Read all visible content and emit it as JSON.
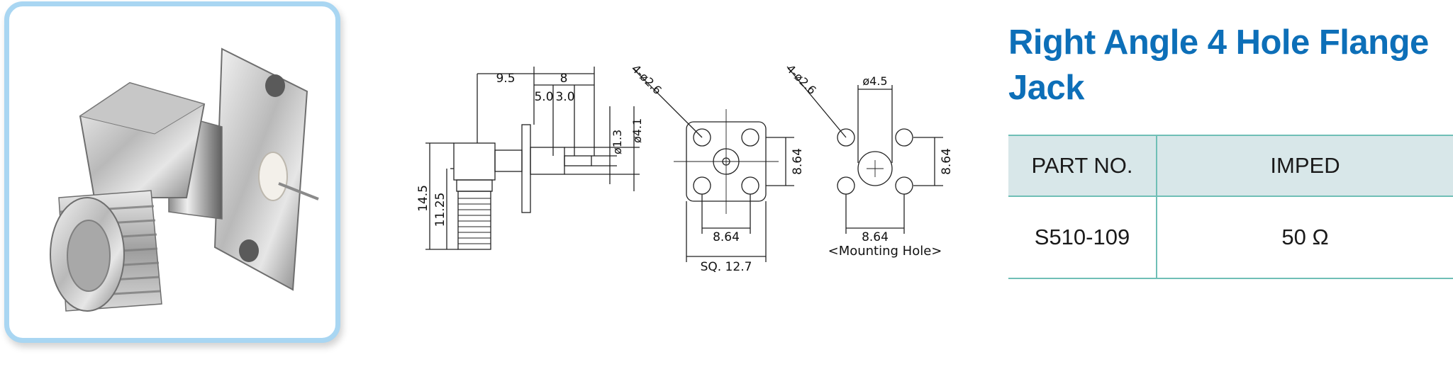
{
  "product": {
    "title": "Right Angle 4 Hole Flange Jack"
  },
  "drawing": {
    "dims": {
      "d_9_5": "9.5",
      "d_8": "8",
      "d_5_0": "5.0",
      "d_3_0": "3.0",
      "d_phi_1_3": "ø1.3",
      "d_phi_4_1": "ø4.1",
      "d_14_5": "14.5",
      "d_11_25": "11.25",
      "hole_callout_front": "4-ø2.6",
      "d_8_64_front_v": "8.64",
      "d_8_64_front_h": "8.64",
      "sq_12_7": "SQ. 12.7",
      "hole_callout_mount": "4-ø2.6",
      "d_phi_4_5": "ø4.5",
      "d_8_64_mount_v": "8.64",
      "d_8_64_mount_h": "8.64",
      "mounting_hole_label": "<Mounting Hole>"
    }
  },
  "table": {
    "headers": [
      "PART NO.",
      "IMPED"
    ],
    "rows": [
      [
        "S510-109",
        "50 Ω"
      ]
    ]
  },
  "colors": {
    "title": "#0d6fb8",
    "card_border": "#a9d6f2",
    "table_header_bg": "#d8e7e9",
    "table_rule": "#6fbfb6"
  }
}
